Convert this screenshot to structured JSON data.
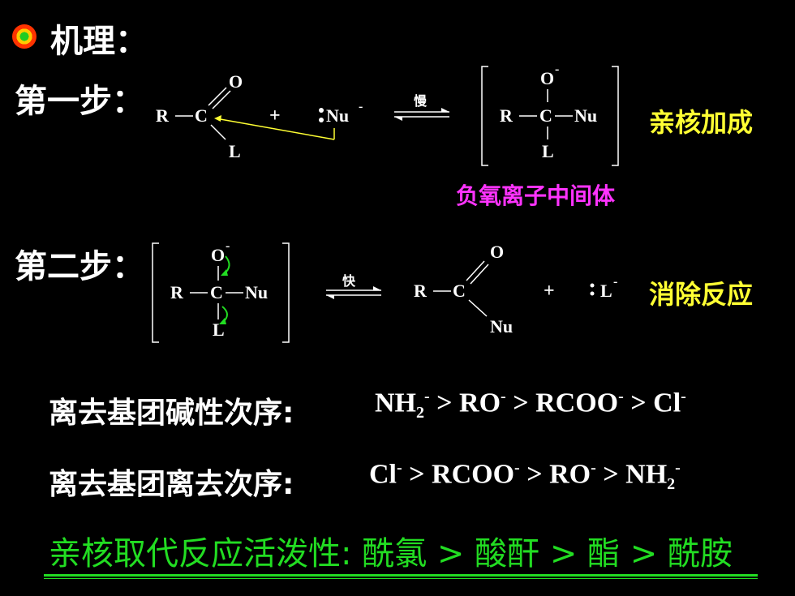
{
  "title": "机理：",
  "step1": {
    "label": "第一步：",
    "rate": "慢",
    "type": "亲核加成",
    "intermediate": "负氧离子中间体"
  },
  "step2": {
    "label": "第二步：",
    "rate": "快",
    "type": "消除反应"
  },
  "chem": {
    "R": "R",
    "C": "C",
    "O": "O",
    "L": "L",
    "Nu": "Nu",
    "plus": "+",
    "minus": "-"
  },
  "orders": {
    "basicity_label": "离去基团碱性次序:",
    "leaving_label": "离去基团离去次序:",
    "NH": "NH",
    "sub2": "2",
    "RO": "RO",
    "RCOO": "RCOO",
    "Cl": "Cl",
    "gt": ">",
    "minus": "-"
  },
  "reactivity": "亲核取代反应活泼性: 酰氯 > 酸酐 > 酯 > 酰胺",
  "colors": {
    "background": "#000000",
    "yellow": "#ffff33",
    "magenta": "#ff33ff",
    "green": "#22dd22"
  }
}
